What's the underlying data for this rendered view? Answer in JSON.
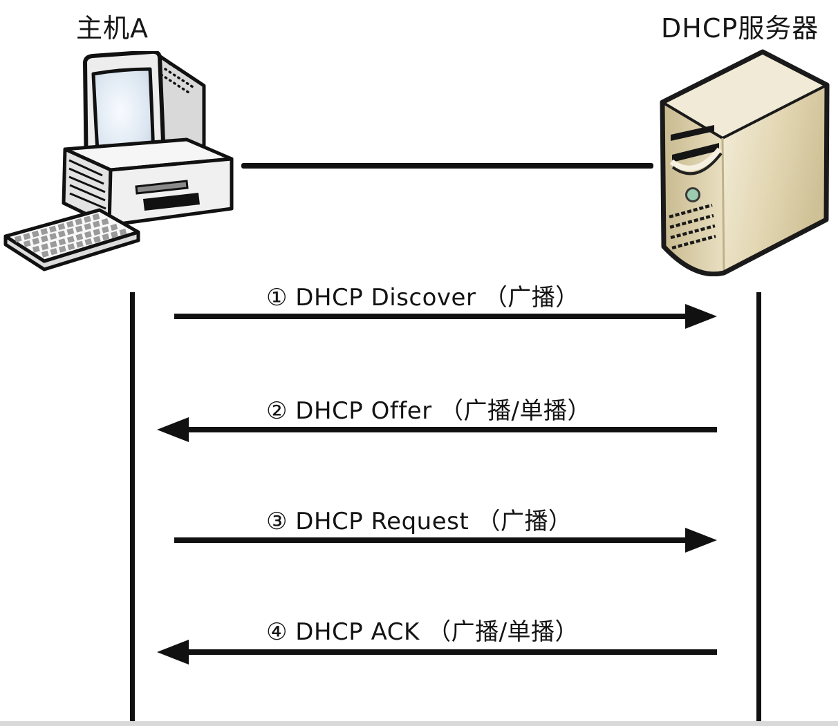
{
  "actors": {
    "host": {
      "label": "主机A"
    },
    "server": {
      "label": "DHCP服务器"
    }
  },
  "messages": [
    {
      "label": "① DHCP Discover （广播）",
      "direction": "right"
    },
    {
      "label": "② DHCP Offer （广播/单播）",
      "direction": "left"
    },
    {
      "label": "③ DHCP Request （广播）",
      "direction": "right"
    },
    {
      "label": "④ DHCP ACK （广播/单播）",
      "direction": "left"
    }
  ],
  "icons": [
    {
      "name": "desktop-computer-icon",
      "for": "主机A"
    },
    {
      "name": "server-tower-icon",
      "for": "DHCP服务器"
    }
  ],
  "colors": {
    "line": "#111111",
    "background": "#ffffff",
    "server_front": "#c8b98e",
    "server_side": "#e3d7b4",
    "server_top": "#f0ead6",
    "computer_body": "#ededed",
    "screen": "#dfe8f2",
    "led": "#9ccbaf"
  }
}
